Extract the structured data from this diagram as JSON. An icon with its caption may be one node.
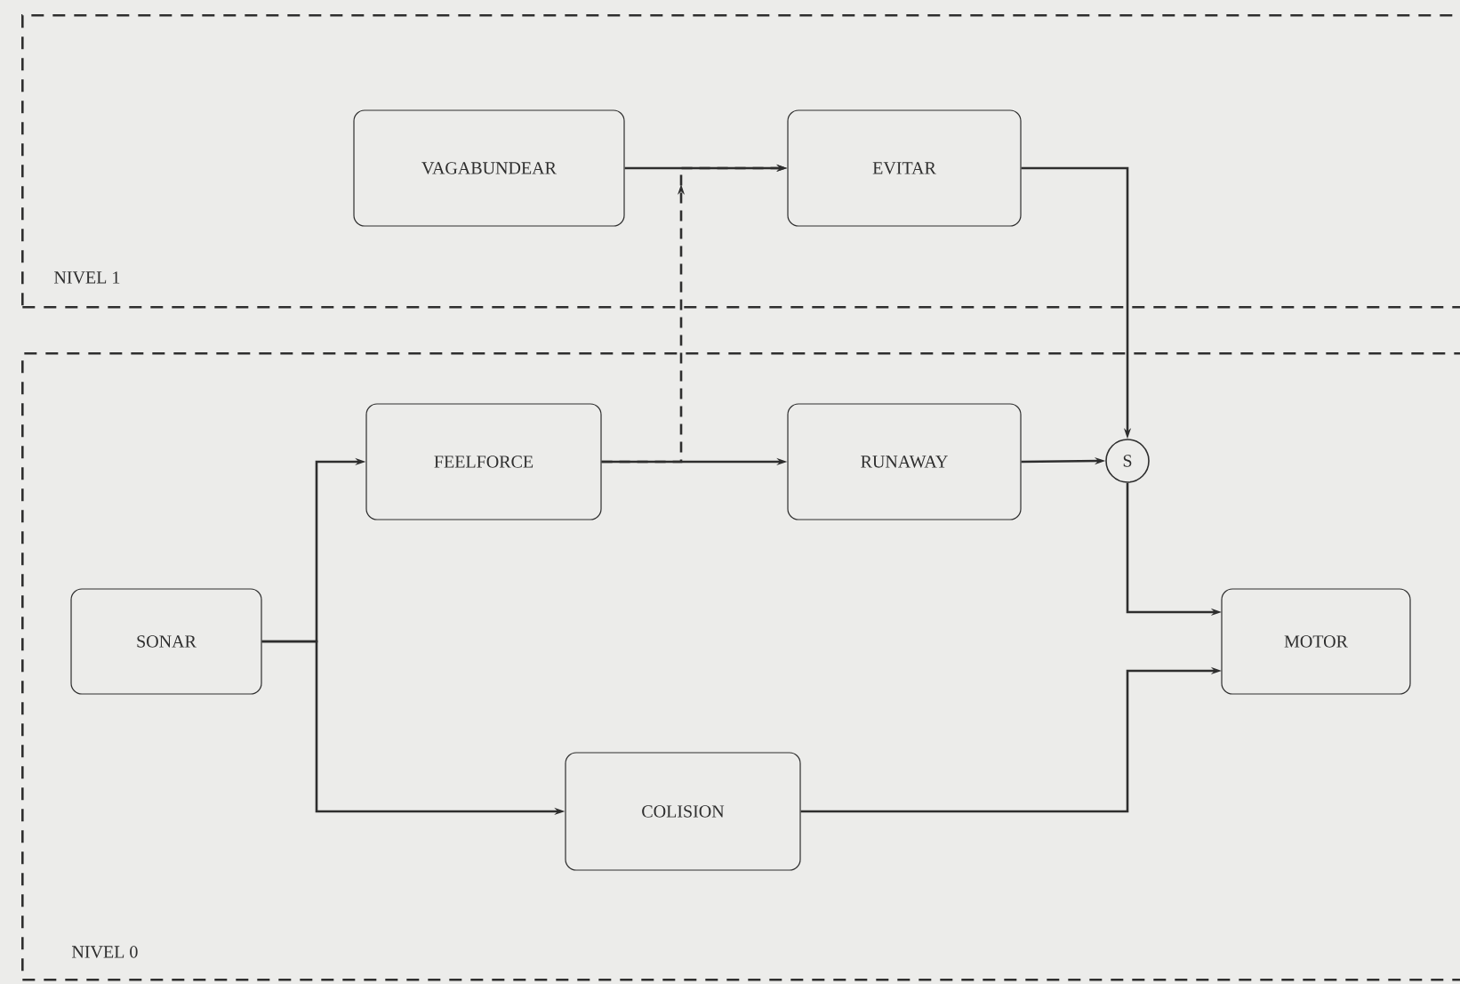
{
  "diagram": {
    "nodes": [
      {
        "text": [
          "NIVEL 1"
        ]
      },
      {
        "text": [
          "VAGABUNDEAR"
        ],
        "in": 0
      },
      {
        "text": [
          "EVITAR"
        ],
        "in": 0
      },
      {
        "text": [
          "NIVEL 0"
        ]
      },
      {
        "text": [
          "FEELFORCE"
        ],
        "in": 3
      },
      {
        "text": [
          "RUNAWAY"
        ],
        "in": 3
      },
      {
        "text": [
          "S"
        ],
        "in": 3
      },
      {
        "text": [
          "SONAR"
        ],
        "in": 3
      },
      {
        "text": [
          "MOTOR"
        ],
        "in": 3
      },
      {
        "text": [
          "COLISION"
        ],
        "in": 3
      }
    ],
    "edges": [
      {
        "from": 1,
        "to": 2,
        "arrow": "to"
      },
      {
        "from": 4,
        "to": 2,
        "arrow": "to",
        "style": "dashed"
      },
      {
        "from": 2,
        "to": 6,
        "arrow": "to"
      },
      {
        "from": 4,
        "to": 5,
        "arrow": "to"
      },
      {
        "from": 5,
        "to": 6,
        "arrow": "to"
      },
      {
        "from": 6,
        "to": 8,
        "arrow": "to"
      },
      {
        "from": 7,
        "to": 4,
        "arrow": "to"
      },
      {
        "from": 7,
        "to": 9,
        "arrow": "to"
      },
      {
        "from": 9,
        "to": 8,
        "arrow": "to"
      }
    ]
  }
}
